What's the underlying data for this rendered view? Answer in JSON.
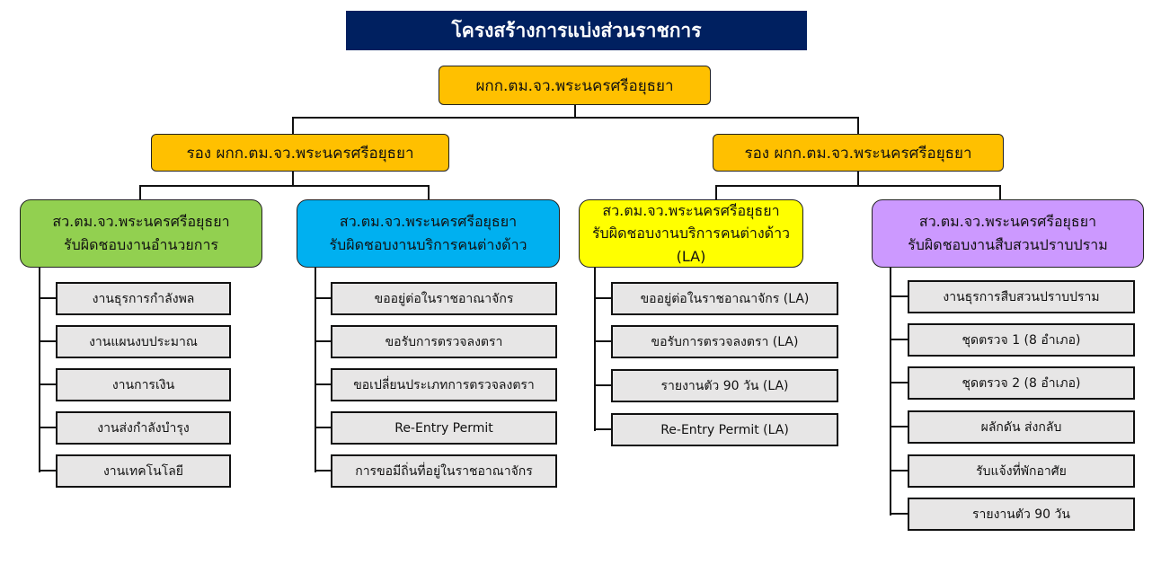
{
  "title": "โครงสร้างการแบ่งส่วนราชการ",
  "commander": "ผกก.ตม.จว.พระนครศรีอยุธยา",
  "deputies": [
    "รอง ผกก.ตม.จว.พระนครศรีอยุธยา",
    "รอง ผกก.ตม.จว.พระนครศรีอยุธยา"
  ],
  "units": [
    {
      "line1": "สว.ตม.จว.พระนครศรีอยุธยา",
      "line2": "รับผิดชอบงานอำนวยการ",
      "color": "#92D050",
      "items": [
        "งานธุรการกำลังพล",
        "งานแผนงบประมาณ",
        "งานการเงิน",
        "งานส่งกำลังบำรุง",
        "งานเทคโนโลยี"
      ]
    },
    {
      "line1": "สว.ตม.จว.พระนครศรีอยุธยา",
      "line2": "รับผิดชอบงานบริการคนต่างด้าว",
      "color": "#00B0F0",
      "items": [
        "ขออยู่ต่อในราชอาณาจักร",
        "ขอรับการตรวจลงตรา",
        "ขอเปลี่ยนประเภทการตรวจลงตรา",
        "Re-Entry Permit",
        "การขอมีถิ่นที่อยู่ในราชอาณาจักร"
      ]
    },
    {
      "line1": "สว.ตม.จว.พระนครศรีอยุธยา",
      "line2": "รับผิดชอบงานบริการคนต่างด้าว (LA)",
      "color": "#FFFF00",
      "items": [
        "ขออยู่ต่อในราชอาณาจักร (LA)",
        "ขอรับการตรวจลงตรา (LA)",
        "รายงานตัว 90 วัน (LA)",
        "Re-Entry Permit (LA)"
      ]
    },
    {
      "line1": "สว.ตม.จว.พระนครศรีอยุธยา",
      "line2": "รับผิดชอบงานสืบสวนปราบปราม",
      "color": "#CC99FF",
      "items": [
        "งานธุรการสืบสวนปราบปราม",
        "ชุดตรวจ 1 (8 อำเภอ)",
        "ชุดตรวจ 2 (8 อำเภอ)",
        "ผลักดัน ส่งกลับ",
        "รับแจ้งที่พักอาศัย",
        "รายงานตัว 90 วัน"
      ]
    }
  ]
}
